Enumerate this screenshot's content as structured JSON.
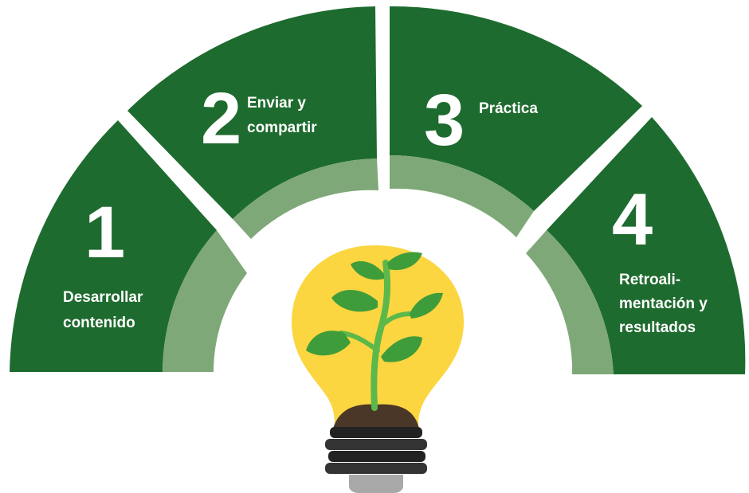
{
  "steps": [
    {
      "number": "1",
      "label_lines": [
        "Desarrollar",
        "contenido"
      ]
    },
    {
      "number": "2",
      "label_lines": [
        "Enviar y",
        "compartir"
      ]
    },
    {
      "number": "3",
      "label_lines": [
        "Práctica"
      ]
    },
    {
      "number": "4",
      "label_lines": [
        "Retroali-",
        "mentación y",
        "resultados"
      ]
    }
  ],
  "colors": {
    "segment_green": "#1e6b2f",
    "inner_band": "#7fa878",
    "bulb_yellow": "#fbd640",
    "leaf_green": "#3f9c3a",
    "stem_green": "#5cb84a",
    "soil_brown": "#4a3728",
    "socket_dark": "#222222",
    "bulb_tip_gray": "#a8a8a8"
  },
  "center_icon": "lightbulb-plant-icon"
}
